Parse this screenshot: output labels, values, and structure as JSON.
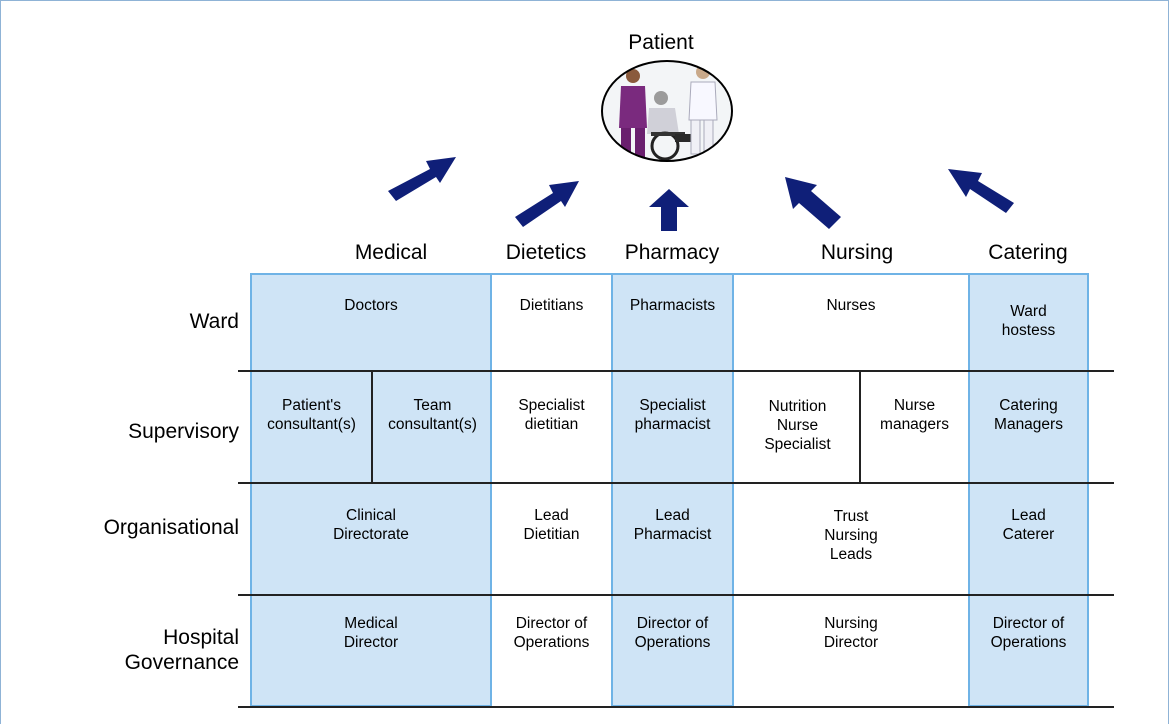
{
  "title": "Patient",
  "columns": {
    "medical": "Medical",
    "dietetics": "Dietetics",
    "pharmacy": "Pharmacy",
    "nursing": "Nursing",
    "catering": "Catering"
  },
  "rows": {
    "ward": "Ward",
    "supervisory": "Supervisory",
    "organisational": "Organisational",
    "hospital_governance": "Hospital\nGovernance"
  },
  "cells": {
    "ward": {
      "medical": "Doctors",
      "dietetics": "Dietitians",
      "pharmacy": "Pharmacists",
      "nursing": "Nurses",
      "catering": "Ward\nhostess"
    },
    "supervisory": {
      "medical_a": "Patient's\nconsultant(s)",
      "medical_b": "Team\nconsultant(s)",
      "dietetics": "Specialist\ndietitian",
      "pharmacy": "Specialist\npharmacist",
      "nursing_a": "Nutrition\nNurse\nSpecialist",
      "nursing_b": "Nurse\nmanagers",
      "catering": "Catering\nManagers"
    },
    "organisational": {
      "medical": "Clinical\nDirectorate",
      "dietetics": "Lead\nDietitian",
      "pharmacy": "Lead\nPharmacist",
      "nursing": "Trust\nNursing\nLeads",
      "catering": "Lead\nCaterer"
    },
    "hospital_governance": {
      "medical": "Medical\nDirector",
      "dietetics": "Director of\nOperations",
      "pharmacy": "Director of\nOperations",
      "nursing": "Nursing\nDirector",
      "catering": "Director of\nOperations"
    }
  },
  "colors": {
    "highlight_fill": "#cfe4f6",
    "highlight_border": "#6fb3e6",
    "arrow": "#0f1f78"
  }
}
